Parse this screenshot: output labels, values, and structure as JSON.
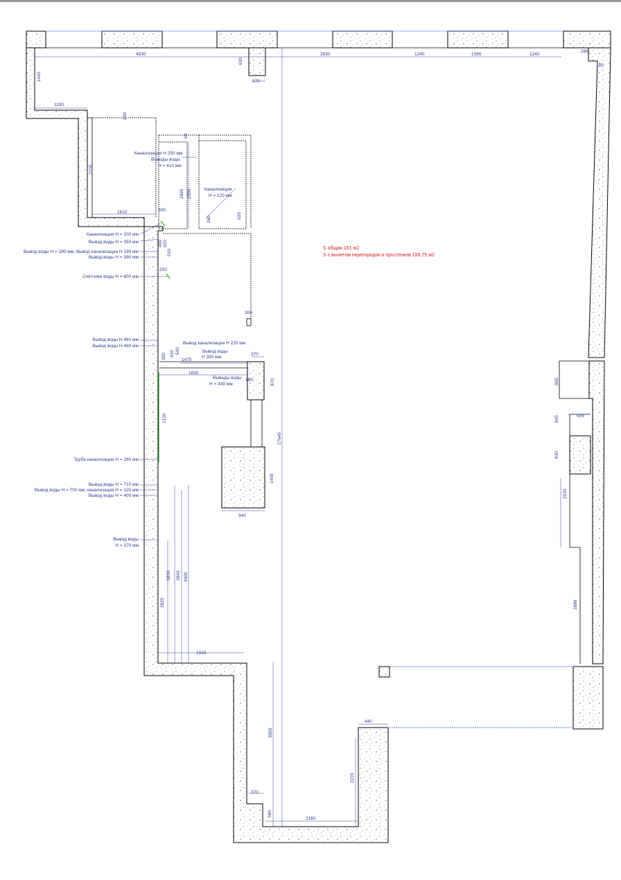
{
  "area": {
    "total": "S общая 161 м2",
    "net": "S с вычетом перегородок и простенков 156,75 м2"
  },
  "colors": {
    "dimension": "#2b3a8f",
    "area": "#d21a1a",
    "riser": "#22a022",
    "wall": "#000000"
  },
  "top_dims": [
    "4830",
    "2830",
    "1240",
    "1365",
    "1240"
  ],
  "dims": {
    "d630": "630",
    "d370a": "370",
    "d280": "280",
    "d185": "185",
    "d1445": "1445",
    "d1190": "1190",
    "d2235": "2235",
    "d1610": "1610",
    "d200a": "200",
    "d300a": "300",
    "d60": "60",
    "d1665": "1665",
    "d1550": "1550",
    "d620": "620",
    "d160": "160",
    "d400": "400",
    "d620b": "620",
    "d510": "510",
    "d200b": "200",
    "d300b": "300",
    "d350": "350",
    "d410": "410",
    "d500": "500",
    "d1470": "1470",
    "d370b": "370",
    "d1630": "1630",
    "d180": "180",
    "d870": "870",
    "d2130": "2130",
    "d1400": "1400",
    "d940": "940",
    "d17645": "17645",
    "d865": "865",
    "d845": "845",
    "d505": "505",
    "d830": "830",
    "d2520": "2520",
    "d3830": "3830",
    "d3840": "3840",
    "d4005": "4005",
    "d2825": "2825",
    "d2686": "2686",
    "d1915": "1915",
    "d3050": "3050",
    "d440": "440",
    "d2220": "2220",
    "d370c": "370",
    "d580": "580",
    "d2180": "2180"
  },
  "notes": {
    "kan250": "Канализация Н 250 мм",
    "vyv_vody": "Выводы воды",
    "h410": "Н = 410 мм",
    "kan": "Канализация",
    "h120": "Н = 120 мм",
    "kan200": "Канализация Н = 200 мм",
    "vyv350": "Вывод воды Н = 350 мм",
    "vyv390_kan190": "Вывод воды Н = 390 мм, Вывод канализации Н 190 мм",
    "vyv390": "Вывод воды Н = 390 мм",
    "schetchiki": "Счётчики воды Н = 600 мм",
    "vyv460a": "Вывод воды Н 460 мм",
    "vyv460b": "Вывод воды Н 460 мм",
    "vyv_kan220": "Вывод канализации Н 220 мм",
    "vyv_vody_b": "Вывод воды",
    "h390": "Н 390 мм",
    "vyv_vody_c": "Выводы воды",
    "h440": "Н = 440 мм",
    "truba260": "Труба канализации Н = 260 мм",
    "vyv715": "Вывод воды Н = 715 мм",
    "vyv700_kan120": "Вывод воды Н = 700 мм, канализация Н = 120 мм",
    "vyv400": "Вывод воды Н = 400 мм",
    "vyv_vody_d": "Вывод воды",
    "h370": "Н = 370 мм"
  }
}
